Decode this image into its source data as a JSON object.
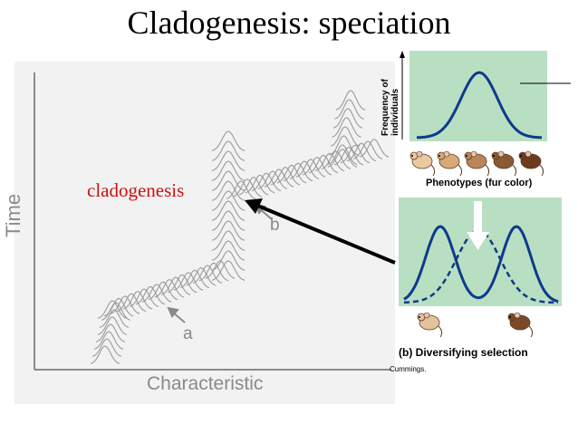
{
  "title": "Cladogenesis: speciation",
  "left_diagram": {
    "cladogenesis_label": "cladogenesis",
    "y_axis_label": "Time",
    "x_axis_label": "Characteristic",
    "pointer_a": "a",
    "pointer_b": "b"
  },
  "right_panel": {
    "y_axis_label_line1": "Frequency of",
    "y_axis_label_line2": "individuals",
    "phenotypes_label": "Phenotypes (fur color)",
    "panel_b_label": "(b) Diversifying selection",
    "credit": "Cummings."
  },
  "colors": {
    "panel_green": "#b9dfc2",
    "curve_blue": "#0d3a8c",
    "label_red": "#cc1111",
    "scan_gray": "#9a9a9a"
  }
}
